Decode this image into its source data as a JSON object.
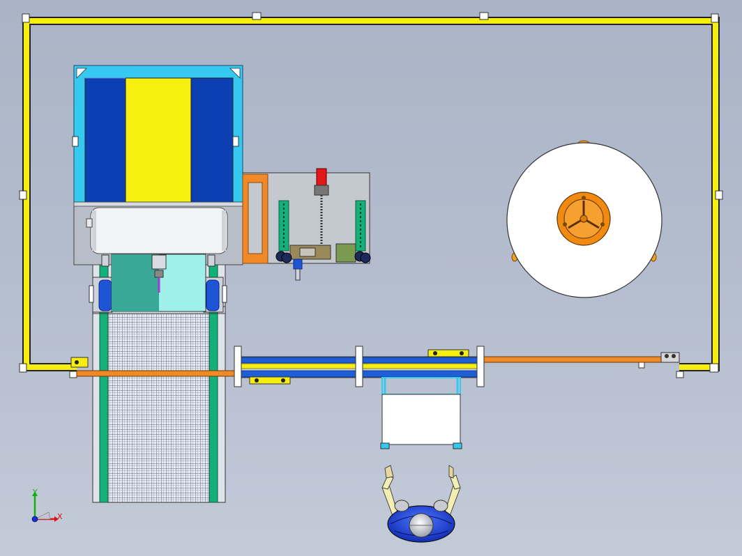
{
  "view": {
    "background_top": "#aab4c6",
    "background_bottom": "#c3cad8"
  },
  "colors": {
    "frame_yellow": "#f6ee10",
    "conveyor_orange": "#f08a28",
    "belt_blue": "#1e5fd6",
    "cyan_panel": "#35c8f0",
    "dark_blue": "#0b3fb2",
    "teal": "#2fa98a",
    "green_rail": "#12b07a",
    "coil_white": "#ffffff",
    "spindle_orange": "#f0a020"
  },
  "triad": {
    "x_label": "X",
    "y_label": "Y",
    "x_color": "#e01010",
    "y_color": "#10b010",
    "z_color": "#1030e0"
  },
  "components": [
    {
      "name": "safety-fence",
      "icon": "yellow-frame"
    },
    {
      "name": "hopper-station",
      "icon": "hopper-icon"
    },
    {
      "name": "gantry-module",
      "icon": "gantry-icon"
    },
    {
      "name": "material-coil",
      "icon": "coil-icon"
    },
    {
      "name": "transfer-conveyor",
      "icon": "conveyor-icon"
    },
    {
      "name": "mesh-conveyor",
      "icon": "mesh-icon"
    },
    {
      "name": "work-table",
      "icon": "table-icon"
    },
    {
      "name": "operator-mannequin",
      "icon": "person-icon"
    }
  ]
}
